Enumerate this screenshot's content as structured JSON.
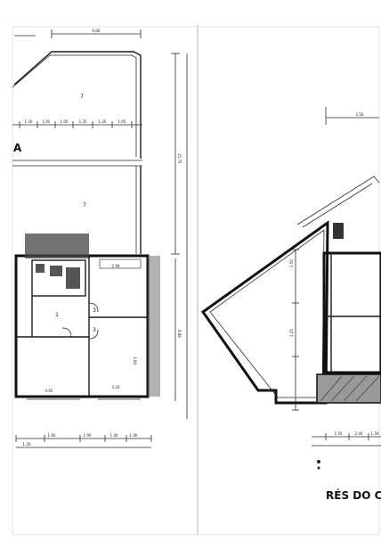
{
  "sheet": {
    "left_plan": {
      "top_width_label": "6.00",
      "right_dim_label": "15.75",
      "right_lower_dim_label": "8.80",
      "room_labels": [
        "7",
        "7",
        "1",
        "3",
        "3"
      ],
      "side_letter": "A",
      "row_dims_top": [
        "1.30",
        "1.05",
        "1.00",
        "1.35",
        "1.20",
        "1.05"
      ],
      "bottom_dims": [
        "1.60",
        "1.90",
        "1.40",
        "1.40",
        "1.20"
      ],
      "room_dims": [
        "2.90",
        "3.20",
        "4.65",
        "3.00"
      ]
    },
    "right_plan": {
      "top_width_label": "2.50",
      "left_dim_label": "2.50",
      "left_dim_label_2": "1.25",
      "bottom_dims": [
        "1.50",
        "2.40",
        "1.50"
      ],
      "title_fragment": "RÉS DO C"
    }
  }
}
